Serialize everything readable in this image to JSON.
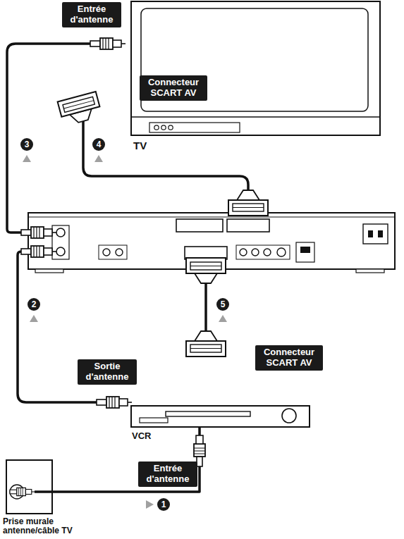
{
  "diagram": {
    "nodes": [
      {
        "text": [
          "Entrée d'antenne"
        ]
      },
      {
        "text": [
          "TV"
        ]
      },
      {
        "text": [
          "Connecteur SCART AV"
        ],
        "in": 1
      },
      {
        "text": [
          "Connecteur SCART AV"
        ]
      },
      {
        "text": [
          "Sortie d'antenne"
        ]
      },
      {
        "text": [
          "VCR"
        ]
      },
      {
        "text": [
          "Entrée d'antenne"
        ]
      },
      {
        "text": [
          "Prise murale antenne/câble TV"
        ]
      }
    ],
    "edges": [
      {
        "from": 7,
        "to": 5,
        "arrow": "none"
      }
    ],
    "labels": [
      "3",
      "4",
      "2",
      "5",
      "1"
    ]
  }
}
